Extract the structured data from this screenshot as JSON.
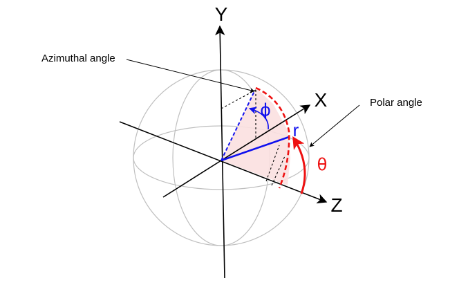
{
  "labels": {
    "axis_y": "Y",
    "axis_x": "X",
    "axis_z": "Z",
    "radius": "r",
    "phi": "ϕ",
    "theta": "θ",
    "azimuthal_callout": "Azimuthal angle",
    "polar_callout": "Polar angle"
  },
  "colors": {
    "axis": "#000000",
    "sphere": "#bfbfbf",
    "azimuthal": "#1010ee",
    "polar": "#ee1111",
    "polar_fill": "#fbe0e0",
    "guide": "#000000"
  }
}
